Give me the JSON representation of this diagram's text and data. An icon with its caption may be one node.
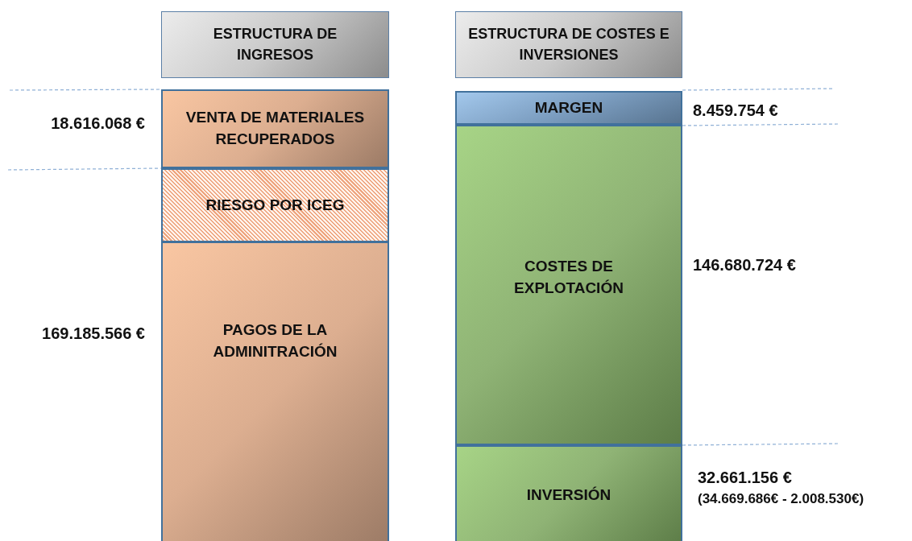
{
  "diagram": {
    "nodes": [
      {
        "text": [
          "ESTRUCTURA DE INGRESOS"
        ]
      },
      {
        "text": [
          "ESTRUCTURA DE COSTES E INVERSIONES"
        ]
      },
      {
        "text": [
          "VENTA DE MATERIALES RECUPERADOS"
        ],
        "beside": [
          "18.616.068 €"
        ]
      },
      {
        "text": [
          "RIESGO POR ICEG"
        ]
      },
      {
        "text": [
          "PAGOS DE LA ADMINITRACIÓN"
        ],
        "beside": [
          "169.185.566 €"
        ]
      },
      {
        "text": [
          "MARGEN"
        ],
        "beside": [
          "8.459.754 €"
        ]
      },
      {
        "text": [
          "COSTES DE EXPLOTACIÓN"
        ],
        "beside": [
          "146.680.724 €"
        ]
      },
      {
        "text": [
          "INVERSIÓN"
        ],
        "beside": [
          "32.661.156 €",
          "(34.669.686€ - 2.008.530€)"
        ]
      }
    ]
  }
}
